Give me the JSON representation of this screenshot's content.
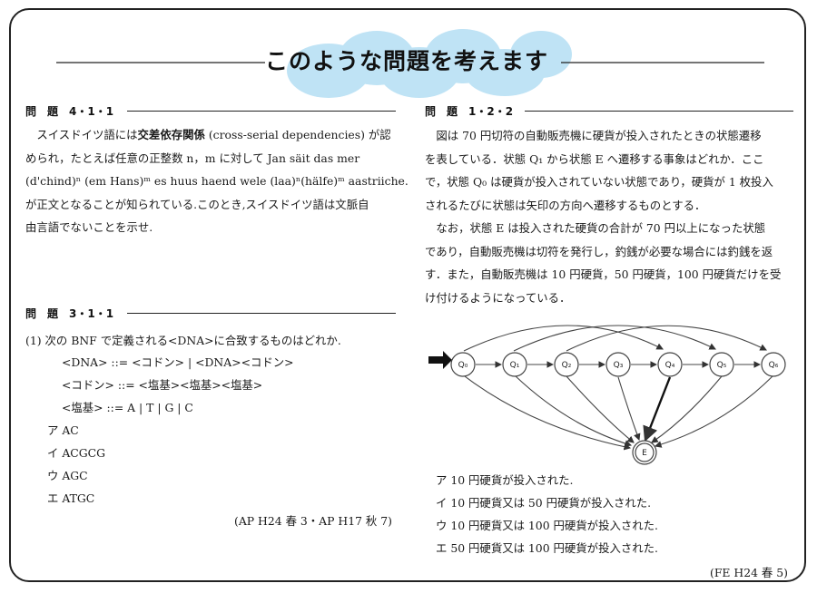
{
  "banner": {
    "title": "このような問題を考えます",
    "cloud_color": "#bfe3f5"
  },
  "problem_4_1_1": {
    "heading": "問　題　4・1・1",
    "lines": [
      "　スイスドイツ語には",
      "交差依存関係",
      " (cross-serial dependencies) が認",
      "められ，たとえば任意の正整数 n，m に対して Jan säit das mer",
      "(d'chind)ⁿ (em Hans)ᵐ es huus haend wele (laa)ⁿ(hälfe)ᵐ aastriiche.",
      "が正文となることが知られている.このとき,スイスドイツ語は文脈自",
      "由言語でないことを示せ."
    ]
  },
  "problem_3_1_1": {
    "heading": "問　題　3・1・1",
    "question": "(1)  次の BNF で定義される<DNA>に合致するものはどれか.",
    "bnf": [
      "<DNA>  ::= <コドン> | <DNA><コドン>",
      "<コドン>  ::= <塩基><塩基><塩基>",
      "<塩基>  ::= A  |  T  |  G  |  C"
    ],
    "options": [
      "ア  AC",
      "イ  ACGCG",
      "ウ  AGC",
      "エ  ATGC"
    ],
    "citation": "(AP H24 春 3・AP H17 秋 7)"
  },
  "problem_1_2_2": {
    "heading": "問　題　1・2・2",
    "lines": [
      "　図は 70 円切符の自動販売機に硬貨が投入されたときの状態遷移",
      "を表している．状態 Q₁ から状態 E へ遷移する事象はどれか．ここ",
      "で，状態 Q₀ は硬貨が投入されていない状態であり，硬貨が 1 枚投入",
      "されるたびに状態は矢印の方向へ遷移するものとする．",
      "　なお，状態 E は投入された硬貨の合計が 70 円以上になった状態",
      "であり，自動販売機は切符を発行し，釣銭が必要な場合には釣銭を返",
      "す．また，自動販売機は 10 円硬貨，50 円硬貨，100 円硬貨だけを受",
      "け付けるようになっている．"
    ],
    "states": [
      "Q₀",
      "Q₁",
      "Q₂",
      "Q₃",
      "Q₄",
      "Q₅",
      "Q₆"
    ],
    "final_state": "E",
    "options": [
      "ア  10 円硬貨が投入された.",
      "イ  10 円硬貨又は 50 円硬貨が投入された.",
      "ウ  10 円硬貨又は 100 円硬貨が投入された.",
      "エ  50 円硬貨又は 100 円硬貨が投入された."
    ],
    "citation": "(FE H24 春 5)"
  }
}
